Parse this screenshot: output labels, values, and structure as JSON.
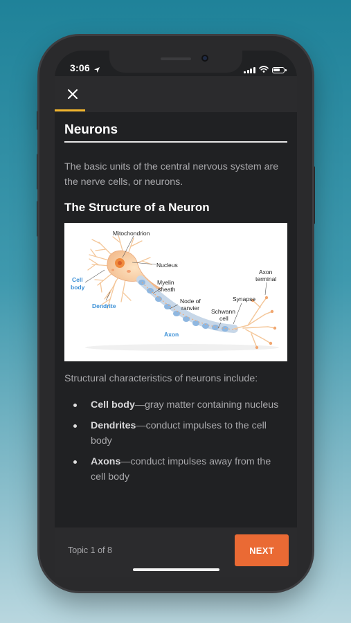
{
  "status_bar": {
    "time": "3:06"
  },
  "header": {
    "close_icon": "close-icon"
  },
  "lesson": {
    "title": "Neurons",
    "intro": "The basic units of the central nervous system are the nerve cells, or neurons.",
    "section_title": "The Structure of a Neuron",
    "diagram_labels": {
      "mitochondrion": "Mitochondrion",
      "nucleus": "Nucleus",
      "cell_body_1": "Cell",
      "cell_body_2": "body",
      "myelin_1": "Myelin",
      "myelin_2": "sheath",
      "node_1": "Node of",
      "node_2": "ranvier",
      "axon_terminal_1": "Axon",
      "axon_terminal_2": "terminal",
      "synapse": "Synapse",
      "schwann_1": "Schwann",
      "schwann_2": "cell",
      "dendrite": "Dendrite",
      "axon": "Axon"
    },
    "structural_intro": "Structural characteristics of neurons include:",
    "bullets": [
      {
        "term": "Cell body",
        "text": "—gray matter containing nucleus"
      },
      {
        "term": "Dendrites",
        "text": "—conduct impulses to the cell body"
      },
      {
        "term": "Axons",
        "text": "—conduct impulses away from the cell body"
      }
    ]
  },
  "footer": {
    "topic": "Topic 1 of 8",
    "next_label": "NEXT"
  },
  "colors": {
    "accent": "#ea6a34",
    "tab_indicator": "#f1b52d",
    "label_blue": "#3a8fd6"
  }
}
